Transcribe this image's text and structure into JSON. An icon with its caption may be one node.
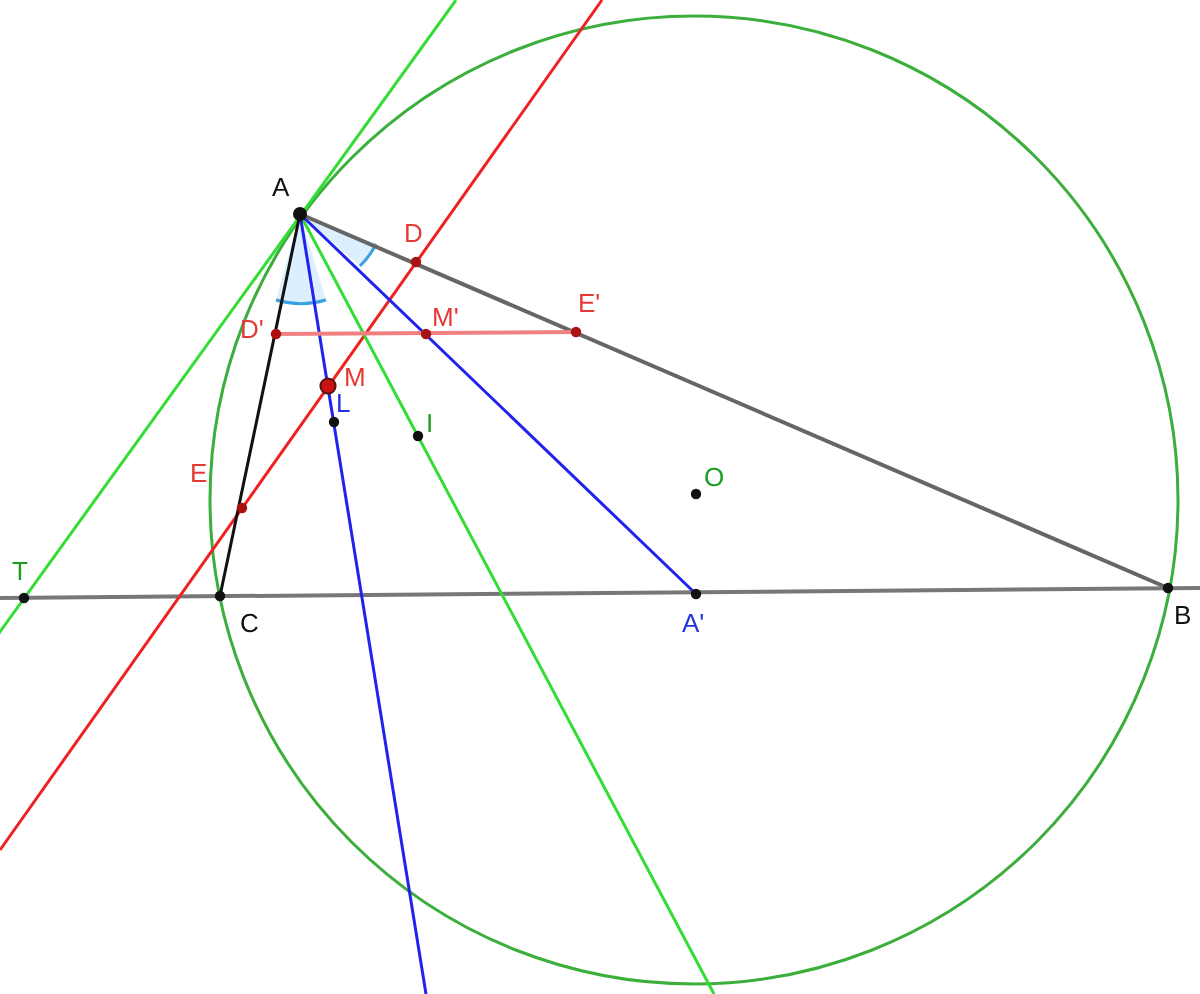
{
  "diagram": {
    "labels": [
      "A",
      "D",
      "D'",
      "M'",
      "E'",
      "M",
      "L",
      "I",
      "E",
      "O",
      "T",
      "C",
      "A'",
      "B"
    ]
  }
}
